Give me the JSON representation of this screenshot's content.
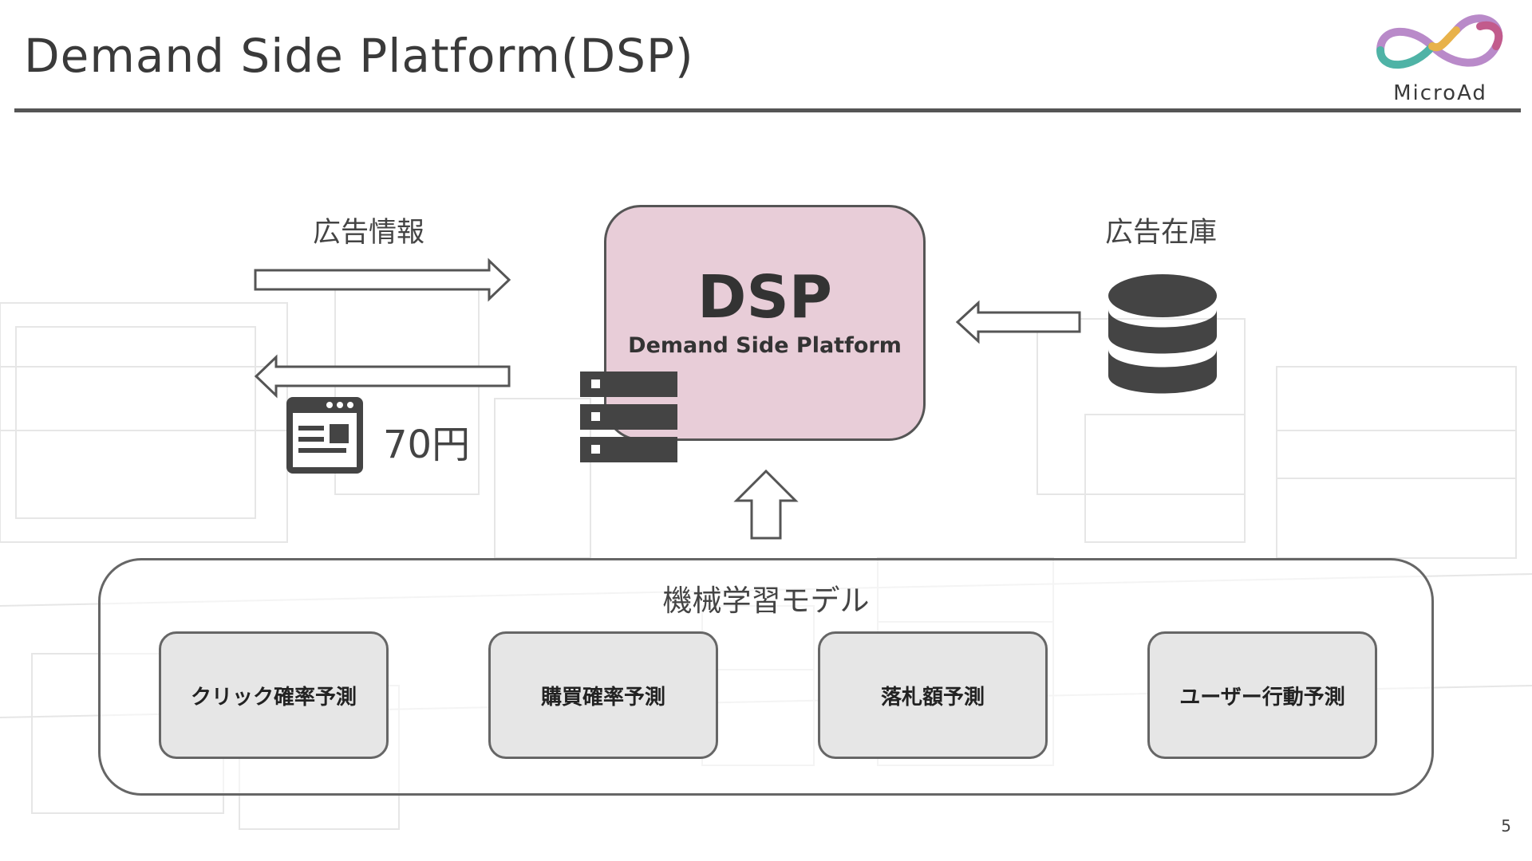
{
  "slide": {
    "title": "Demand Side Platform(DSP)",
    "page_number": "5"
  },
  "logo": {
    "text": "MicroAd",
    "colors": [
      "#4fb3a6",
      "#b98ac9",
      "#e8b24a",
      "#c25b8c"
    ]
  },
  "diagram": {
    "ad_info_label": "広告情報",
    "ad_inventory_label": "広告在庫",
    "dsp": {
      "title": "DSP",
      "subtitle": "Demand Side Platform",
      "fill_color": "#e8cdd8"
    },
    "price_label": "70円",
    "icons": {
      "server": "server-icon",
      "database": "database-icon",
      "web_page": "web-page-icon"
    },
    "ml_model": {
      "title": "機械学習モデル",
      "models": [
        {
          "label": "クリック確率予測"
        },
        {
          "label": "購買確率予測"
        },
        {
          "label": "落札額予測"
        },
        {
          "label": "ユーザー行動予測"
        }
      ]
    }
  }
}
